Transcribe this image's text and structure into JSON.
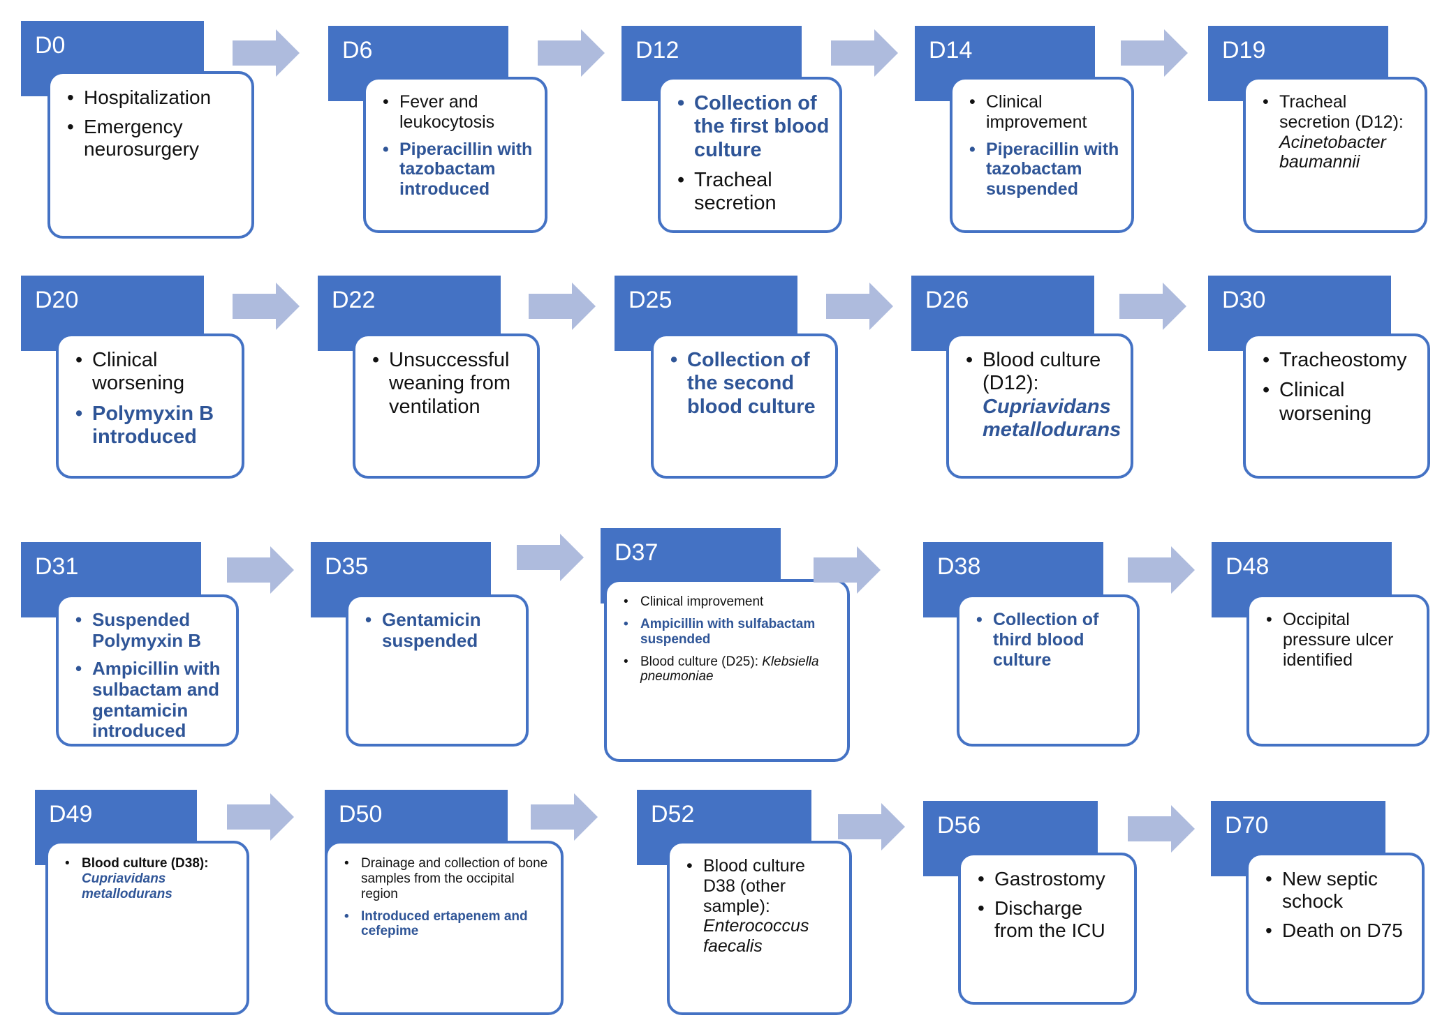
{
  "steps": [
    {
      "day": "D0",
      "items": [
        {
          "text": "Hospitalization"
        },
        {
          "text": "Emergency neurosurgery"
        }
      ]
    },
    {
      "day": "D6",
      "items": [
        {
          "text": "Fever and leukocytosis"
        },
        {
          "text": "Piperacillin with tazobactam introduced",
          "hl": true
        }
      ]
    },
    {
      "day": "D12",
      "items": [
        {
          "text": "Collection of the first blood culture",
          "hl": true
        },
        {
          "text": "Tracheal secretion"
        }
      ]
    },
    {
      "day": "D14",
      "items": [
        {
          "text": "Clinical improvement"
        },
        {
          "text": "Piperacillin with tazobactam suspended",
          "hl": true
        }
      ]
    },
    {
      "day": "D19",
      "items": [
        {
          "text": "Tracheal secretion (D12):",
          "italic": "Acinetobacter baumannii"
        }
      ]
    },
    {
      "day": "D20",
      "items": [
        {
          "text": "Clinical worsening"
        },
        {
          "text": "Polymyxin B introduced",
          "hl": true
        }
      ]
    },
    {
      "day": "D22",
      "items": [
        {
          "text": "Unsuccessful weaning from ventilation"
        }
      ]
    },
    {
      "day": "D25",
      "items": [
        {
          "text": "Collection of the second blood culture",
          "hl": true
        }
      ]
    },
    {
      "day": "D26",
      "items": [
        {
          "text": "Blood culture (D12):",
          "italic": "Cupriavidans metallodurans",
          "italic_hl": true
        }
      ]
    },
    {
      "day": "D30",
      "items": [
        {
          "text": "Tracheostomy"
        },
        {
          "text": "Clinical worsening"
        }
      ]
    },
    {
      "day": "D31",
      "items": [
        {
          "text": "Suspended Polymyxin B",
          "hl": true
        },
        {
          "text": "Ampicillin with sulbactam and gentamicin introduced",
          "hl": true
        }
      ]
    },
    {
      "day": "D35",
      "items": [
        {
          "text": "Gentamicin suspended",
          "hl": true
        }
      ]
    },
    {
      "day": "D37",
      "items": [
        {
          "text": "Clinical improvement"
        },
        {
          "text": "Ampicillin with sulfabactam suspended",
          "hl": true
        },
        {
          "text": "Blood culture (D25):",
          "italic": "Klebsiella pneumoniae"
        }
      ]
    },
    {
      "day": "D38",
      "items": [
        {
          "text": "Collection of third blood culture",
          "hl": true
        }
      ]
    },
    {
      "day": "D48",
      "items": [
        {
          "text": "Occipital pressure ulcer identified"
        }
      ]
    },
    {
      "day": "D49",
      "items": [
        {
          "text": "Blood culture (D38):",
          "bold": true,
          "italic": "Cupriavidans metallodurans",
          "italic_hl": true
        }
      ]
    },
    {
      "day": "D50",
      "items": [
        {
          "text": "Drainage and collection of bone samples from the occipital region"
        },
        {
          "text": "Introduced ertapenem and cefepime",
          "hl": true
        }
      ]
    },
    {
      "day": "D52",
      "items": [
        {
          "text": "Blood culture D38 (other sample):",
          "italic": "Enterococcus faecalis"
        }
      ]
    },
    {
      "day": "D56",
      "items": [
        {
          "text": "Gastrostomy"
        },
        {
          "text": "Discharge from the ICU"
        }
      ]
    },
    {
      "day": "D70",
      "items": [
        {
          "text": "New septic schock"
        },
        {
          "text": "Death on D75"
        }
      ]
    }
  ],
  "colors": {
    "header": "#4472c4",
    "highlight": "#2f5597",
    "arrow": "#aebbdd"
  },
  "arrow_icon": "right-arrow-icon"
}
